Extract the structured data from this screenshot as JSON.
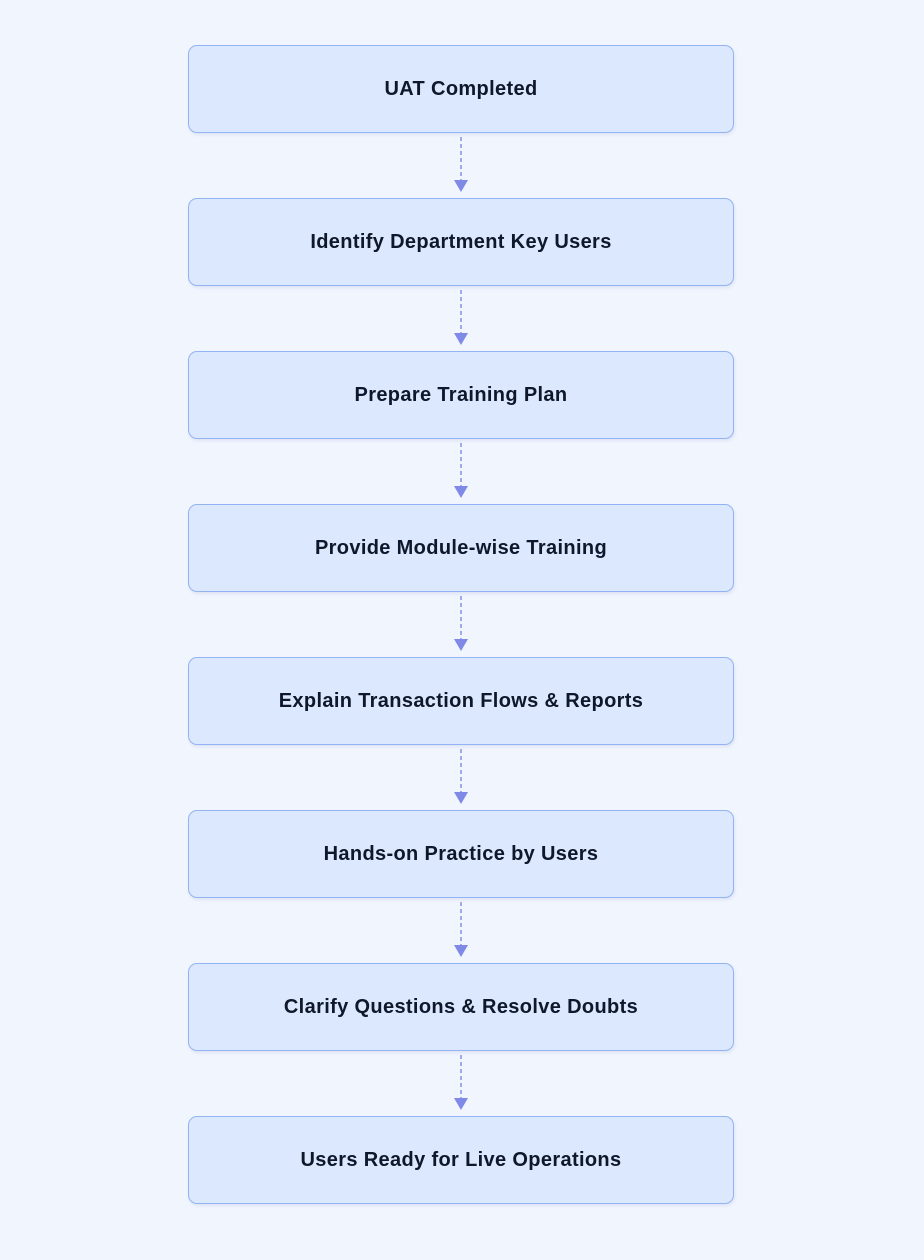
{
  "colors": {
    "background": "#f1f5fe",
    "box_fill": "#dbe8fd",
    "box_border": "#93b4f4",
    "text": "#0f172a",
    "arrow": "#7e8ae6"
  },
  "steps": [
    {
      "label": "UAT Completed"
    },
    {
      "label": "Identify Department Key Users"
    },
    {
      "label": "Prepare Training Plan"
    },
    {
      "label": "Provide Module-wise Training"
    },
    {
      "label": "Explain Transaction Flows & Reports"
    },
    {
      "label": "Hands-on Practice by Users"
    },
    {
      "label": "Clarify Questions & Resolve Doubts"
    },
    {
      "label": "Users Ready for Live Operations"
    }
  ],
  "connector_icon": "dashed-arrow-down-icon"
}
